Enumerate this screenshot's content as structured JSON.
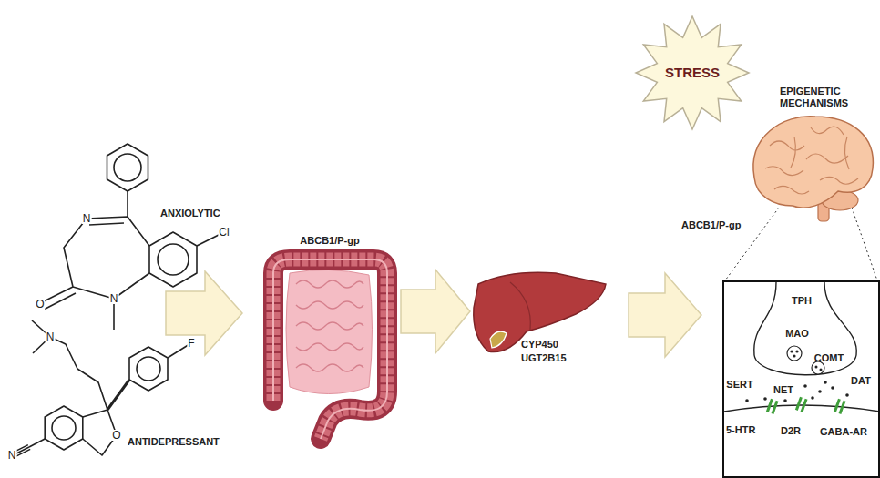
{
  "diagram": {
    "nodes": [
      {
        "text": [
          "STRESS"
        ]
      },
      {
        "text": [
          "TPH",
          "MAO",
          "COMT",
          "SERT",
          "NET",
          "DAT",
          "5-HTR",
          "D2R",
          "GABA-AR"
        ]
      }
    ],
    "labels": [
      "ANXIOLYTIC",
      "N",
      "Cl",
      "O",
      "N",
      "ANTIDEPRESSANT",
      "N",
      "F",
      "O",
      "N",
      "ABCB1/P-gp",
      "CYP450",
      "UGT2B15",
      "EPIGENETIC MECHANISMS",
      "ABCB1/P-gp"
    ]
  }
}
